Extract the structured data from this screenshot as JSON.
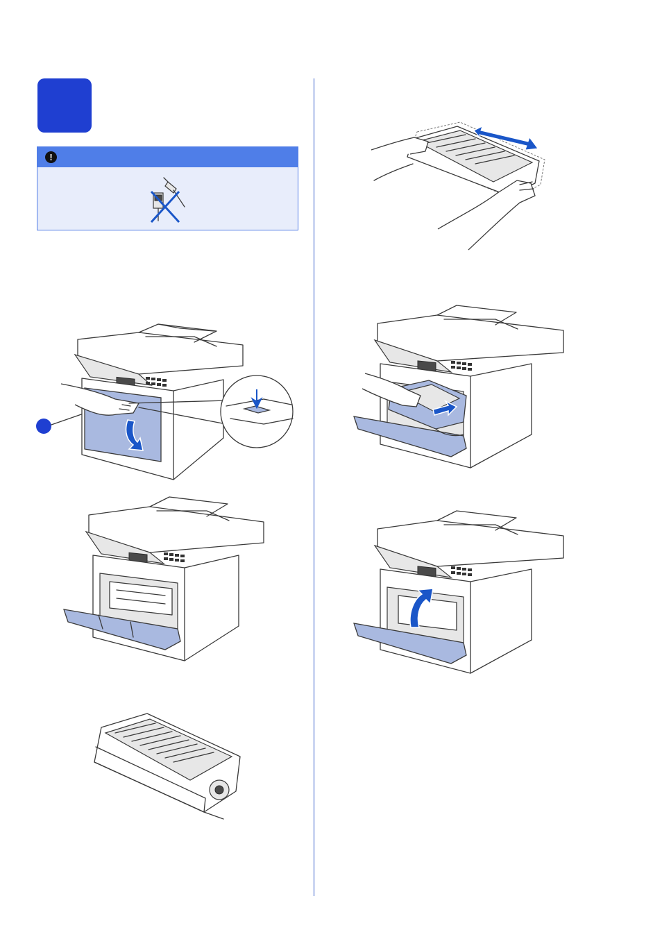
{
  "page": {
    "accent_color": "#1f3fd1",
    "note_header_color": "#4f7ee8",
    "note_bg_color": "#e8edfb"
  },
  "note": {
    "icon": "exclamation-icon",
    "icon_glyph": "!",
    "image": "no-cable-icon"
  },
  "illustrations": [
    {
      "name": "front-cover-open-illustration",
      "callout_icon": "callout-circle-icon"
    },
    {
      "name": "printer-cover-opened-illustration"
    },
    {
      "name": "drum-toner-assembly-illustration"
    },
    {
      "name": "shake-toner-illustration",
      "icon": "double-arrow-icon"
    },
    {
      "name": "insert-drum-illustration",
      "icon": "arrow-right-icon"
    },
    {
      "name": "close-cover-illustration",
      "icon": "curved-arrow-icon"
    }
  ]
}
